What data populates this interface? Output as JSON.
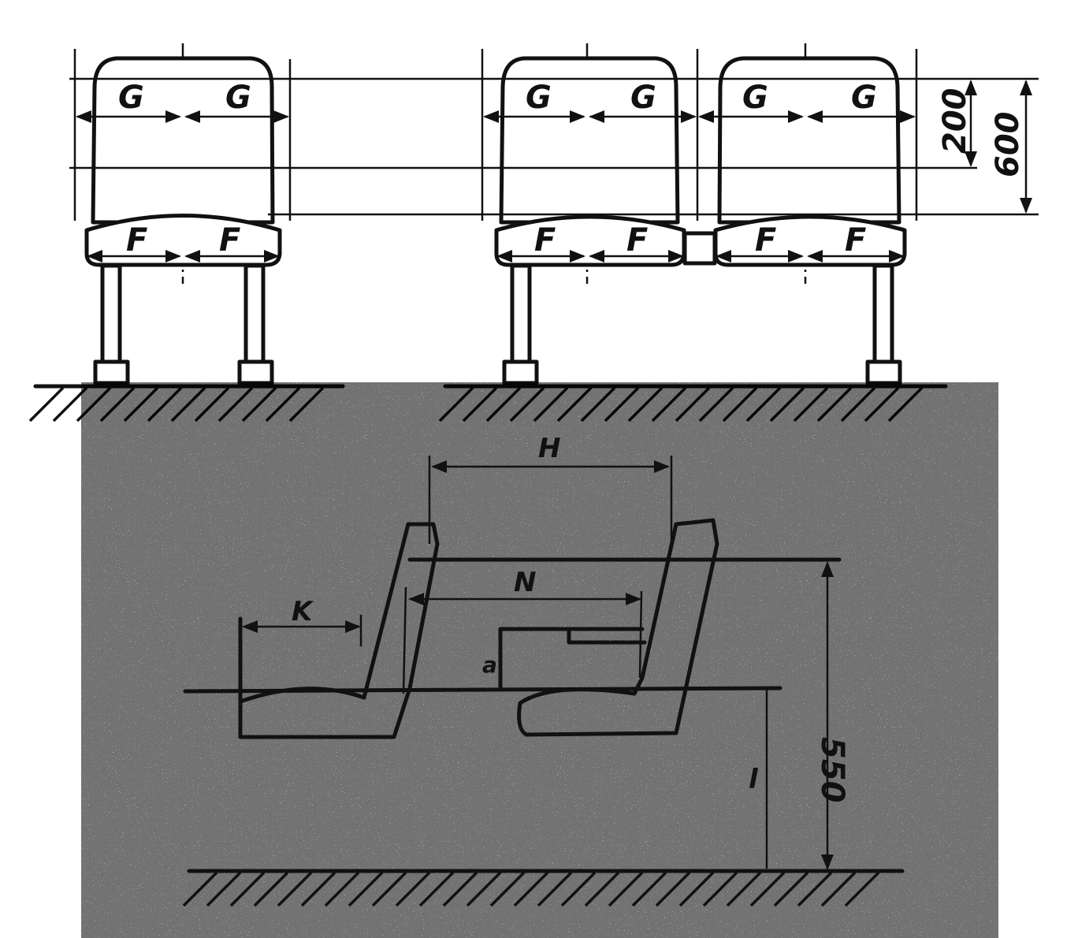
{
  "labels": {
    "g": "G",
    "f": "F",
    "h": "H",
    "n": "N",
    "k": "K",
    "a": "a",
    "l": "l"
  },
  "dimensions": {
    "d200": "200",
    "d600": "600",
    "d550": "550"
  },
  "colors": {
    "line": "#111111",
    "background": "#ffffff"
  }
}
